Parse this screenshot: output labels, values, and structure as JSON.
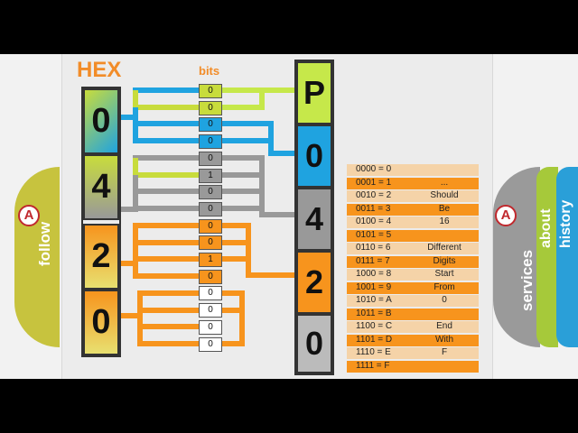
{
  "header": {
    "hex_title": "HEX",
    "bits_title": "bits"
  },
  "hex_digits": [
    "0",
    "4",
    "2",
    "0"
  ],
  "bits": [
    "0",
    "0",
    "0",
    "0",
    "0",
    "1",
    "0",
    "0",
    "0",
    "0",
    "1",
    "0",
    "0",
    "0",
    "0",
    "0"
  ],
  "chars": [
    "P",
    "0",
    "4",
    "2",
    "0"
  ],
  "table": {
    "rows": [
      {
        "key": "0000 = 0",
        "word": ""
      },
      {
        "key": "0001 = 1",
        "word": "..."
      },
      {
        "key": "0010 = 2",
        "word": "Should"
      },
      {
        "key": "0011 = 3",
        "word": "Be"
      },
      {
        "key": "0100 = 4",
        "word": "16"
      },
      {
        "key": "0101 = 5",
        "word": ""
      },
      {
        "key": "0110 = 6",
        "word": "Different"
      },
      {
        "key": "0111 = 7",
        "word": "Digits"
      },
      {
        "key": "1000 = 8",
        "word": "Start"
      },
      {
        "key": "1001 = 9",
        "word": "From"
      },
      {
        "key": "1010 = A",
        "word": "0"
      },
      {
        "key": "1011 = B",
        "word": ""
      },
      {
        "key": "1100 = C",
        "word": "End"
      },
      {
        "key": "1101 = D",
        "word": "With"
      },
      {
        "key": "1110 = E",
        "word": "F"
      },
      {
        "key": "1111 = F",
        "word": ""
      }
    ]
  },
  "tabs": {
    "follow": "follow",
    "services": "services",
    "about": "about",
    "history": "history"
  },
  "logo_letter": "A",
  "colors": {
    "orange": "#f7941d",
    "green": "#c8dc3c",
    "blue": "#1fa3e0",
    "gray": "#999999",
    "lime": "#c6e84a",
    "follow_tab": "#c7c33e",
    "services_tab": "#9a9a9a",
    "about_tab": "#a6c93a",
    "history_tab": "#2a9fd8"
  }
}
